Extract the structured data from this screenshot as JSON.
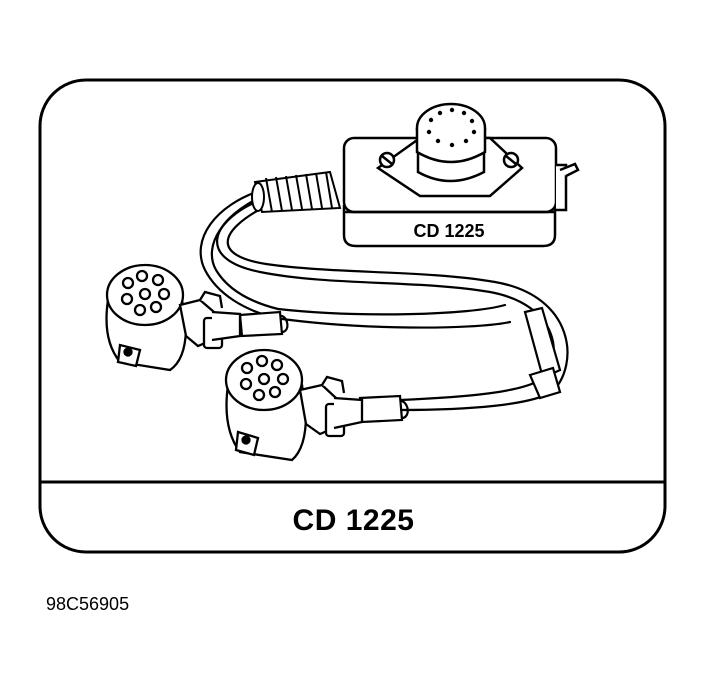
{
  "illustration": {
    "box_label": "CD 1225",
    "caption": "CD 1225",
    "figure_id": "98C56905"
  },
  "colors": {
    "ink": "#000000",
    "paper": "#ffffff"
  }
}
